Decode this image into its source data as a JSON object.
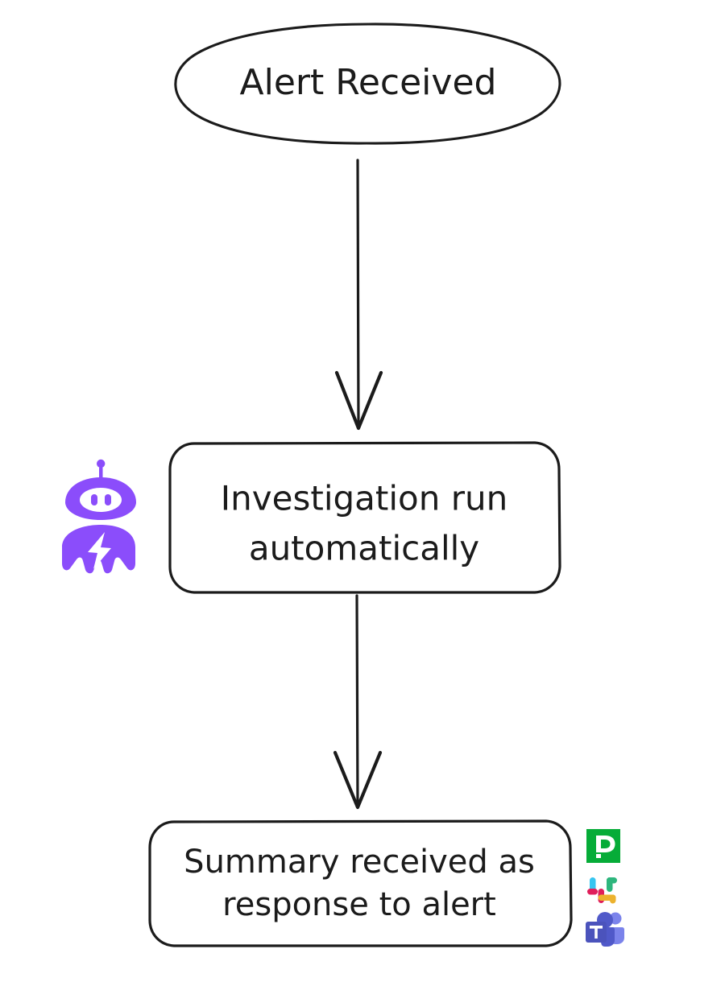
{
  "diagram": {
    "type": "flowchart",
    "orientation": "top-to-bottom",
    "background_color": "#ffffff",
    "stroke_color": "#1b1b1b",
    "style": "hand-drawn",
    "nodes": [
      {
        "id": "alert-received",
        "shape": "ellipse",
        "label": "Alert Received",
        "lines": [
          "Alert Received"
        ]
      },
      {
        "id": "investigation-run",
        "shape": "rounded-rectangle",
        "label": "Investigation run automatically",
        "lines": [
          "Investigation run",
          "automatically"
        ]
      },
      {
        "id": "summary-received",
        "shape": "rounded-rectangle",
        "label": "Summary received as response to alert",
        "lines": [
          "Summary received as",
          "response to alert"
        ]
      }
    ],
    "edges": [
      {
        "id": "edge-alert-to-investigation",
        "from": "alert-received",
        "to": "investigation-run",
        "label": "",
        "arrowhead": "open-v"
      },
      {
        "id": "edge-investigation-to-summary",
        "from": "investigation-run",
        "to": "summary-received",
        "label": "",
        "arrowhead": "open-v"
      }
    ],
    "annotations": [
      {
        "id": "ai-robot",
        "icon": "robot-icon",
        "attached_to": "investigation-run",
        "position": "left",
        "color": "#8b4dfb"
      },
      {
        "id": "pagerduty",
        "icon": "pagerduty-icon",
        "attached_to": "summary-received",
        "position": "right",
        "color": "#06ac38",
        "glyph": "P"
      },
      {
        "id": "slack",
        "icon": "slack-icon",
        "attached_to": "summary-received",
        "position": "right",
        "colors": {
          "green": "#2eb67d",
          "blue": "#36c5f0",
          "red": "#e01e5a",
          "yellow": "#ecb22e"
        }
      },
      {
        "id": "teams",
        "icon": "teams-icon",
        "attached_to": "summary-received",
        "position": "right",
        "colors": {
          "dark": "#4b53bc",
          "light": "#7b83eb"
        },
        "glyph": "T"
      }
    ]
  }
}
